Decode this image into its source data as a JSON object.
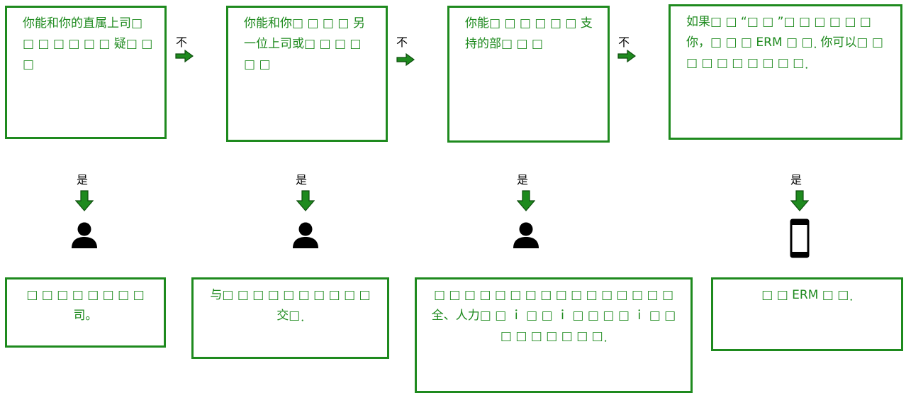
{
  "colors": {
    "box_border": "#1e8a1e",
    "box_text": "#1e8a1e",
    "arrow_fill": "#1e8a1e",
    "arrow_edge": "#0d4d0d",
    "icon": "#000000"
  },
  "steps": [
    {
      "question": "你能和你的直属上司□ □ □ □ □ □ □ 疑□ □ □",
      "no_label": "不",
      "yes_label": "是",
      "icon": "person-icon",
      "outcome": "□ □ □ □ □ □ □ □ 司。"
    },
    {
      "question": "你能和你□ □ □ □ 另一位上司或□ □ □ □ □ □",
      "no_label": "不",
      "yes_label": "是",
      "icon": "person-icon",
      "outcome": "与□ □ □ □ □ □ □ □ □ □ 交□ ฺ"
    },
    {
      "question": "你能□ □ □ □ □ □ 支持的部□ □ □",
      "no_label": "不",
      "yes_label": "是",
      "icon": "person-icon",
      "outcome": "□ □ □ □ □ □ □ □ □ □ □ □ □ □ □ □ 全、人力□ □ ｉ □ □ ｉ □ □ □ □ ｉ □ □ □ □ □ □ □ □ □ ฺ"
    },
    {
      "question": "如果□ □ “□ □ ”□ □ □ □ □ □ 你，□ □ □ ERM □ □ ฺ 你可以□ □ □ □ □ □ □ □ □ □ ฺ",
      "yes_label": "是",
      "icon": "phone-icon",
      "outcome": "□ □ ERM □ □ ฺ"
    }
  ]
}
